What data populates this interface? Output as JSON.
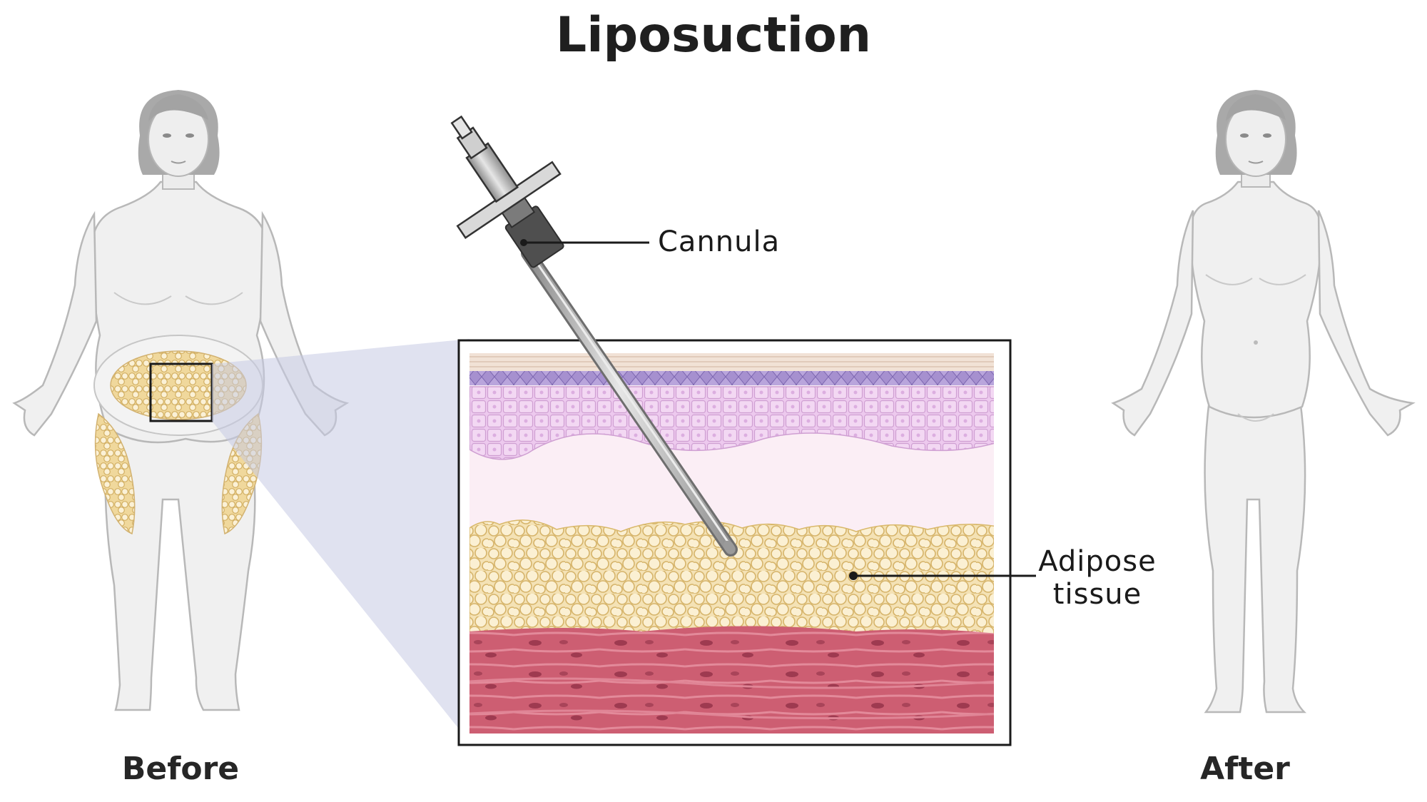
{
  "diagram": {
    "title": "Liposuction",
    "labels": {
      "cannula": "Cannula",
      "adipose_line1": "Adipose",
      "adipose_line2": "tissue",
      "before": "Before",
      "after": "After"
    },
    "colors": {
      "body_fill": "#efefef",
      "body_stroke": "#b9b9b9",
      "fat": "#f2dca6",
      "fat_stroke": "#d9b86a",
      "epidermis": "#e9c3e9",
      "basal_layer": "#9e86c9",
      "dermis": "#fbeef5",
      "muscle": "#c95a6e",
      "zoom_cone": "#c9cde4",
      "cannula_metal": "#b3b3b3",
      "cannula_dark": "#6f6f6f"
    }
  }
}
